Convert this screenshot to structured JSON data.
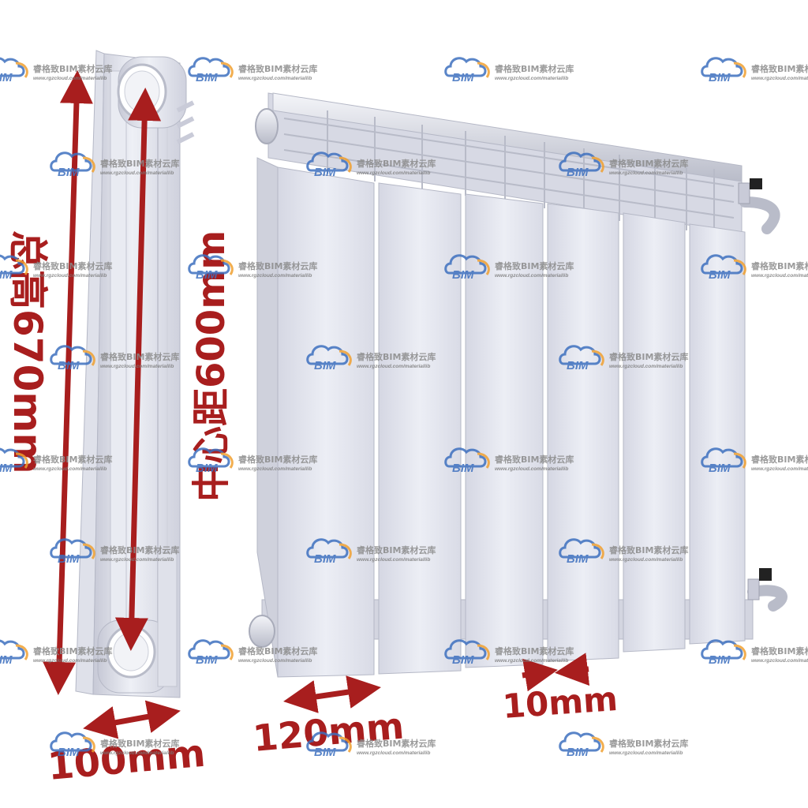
{
  "labels": {
    "total_height": "总高670mm",
    "center_distance": "中心距600mm",
    "depth": "100mm",
    "fin_width": "120mm",
    "fin_gap": "10mm"
  },
  "watermark": {
    "bim": "BIM",
    "brand": "睿格致BIM素材云库",
    "url": "www.rgzcloud.com/materiallib"
  },
  "colors": {
    "dimension": "#a81e1e",
    "radiator_body": "#e7e8f1",
    "radiator_shadow": "#c9cbd8",
    "watermark_blue": "#3d6fbf",
    "watermark_orange": "#f0a030"
  },
  "icons": {
    "watermark_logo": "cloud-bim-logo-icon"
  }
}
